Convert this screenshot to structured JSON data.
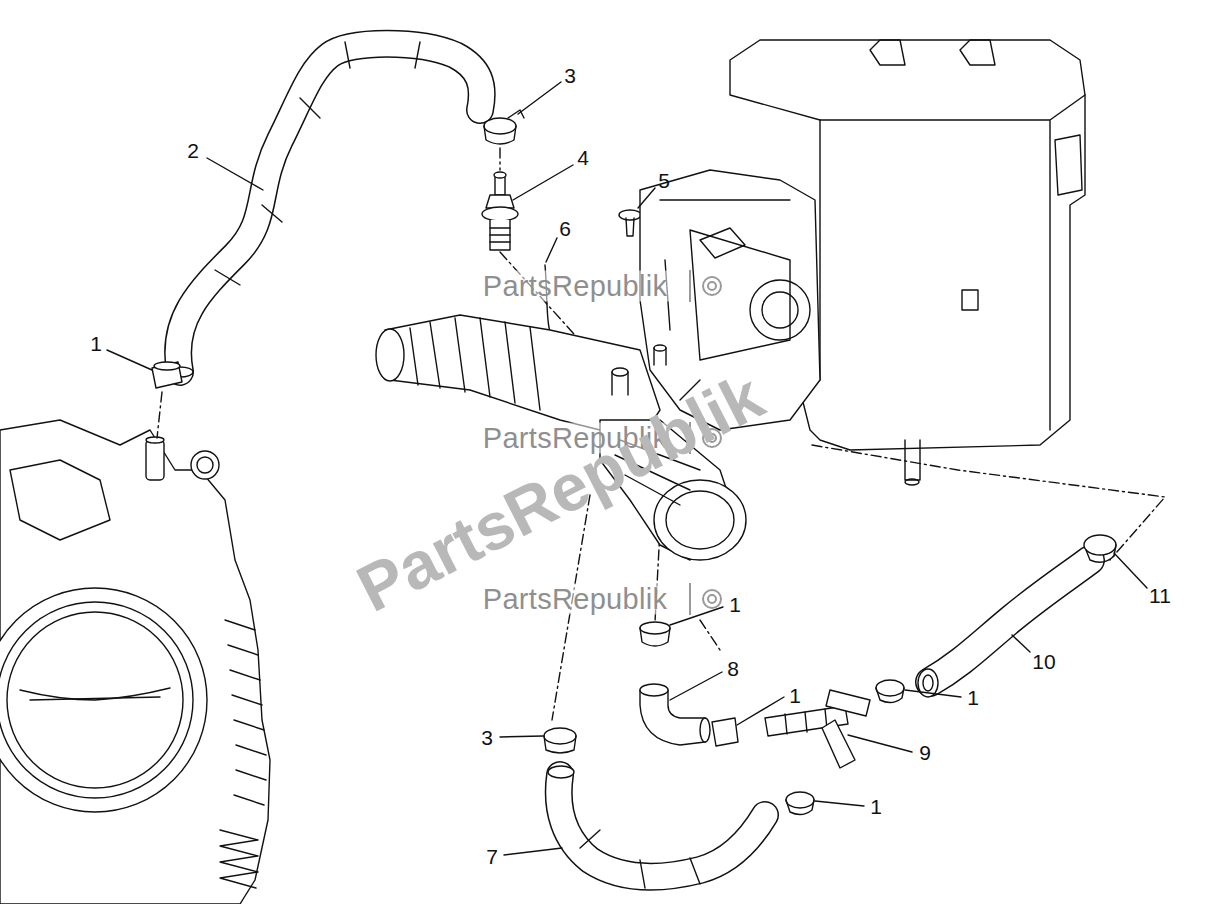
{
  "diagram": {
    "labels": [
      "3",
      "2",
      "4",
      "5",
      "6",
      "PartsRepublik",
      "1",
      "PartsRepublik",
      "PartsRepublik",
      "11",
      "PartsRepublik",
      "1",
      "8",
      "10",
      "1",
      "1",
      "9",
      "3",
      "1",
      "7"
    ]
  }
}
